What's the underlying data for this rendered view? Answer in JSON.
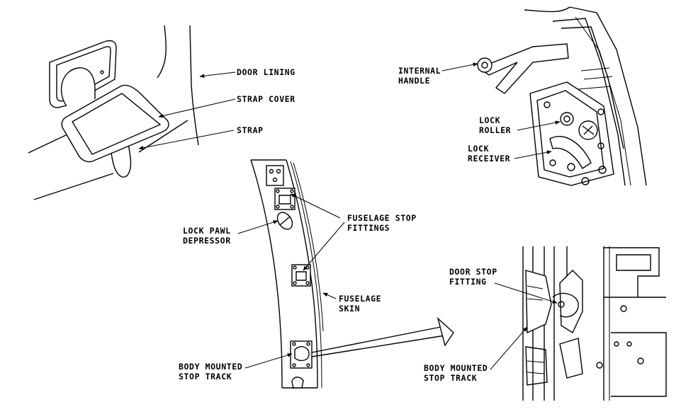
{
  "labels": {
    "door_lining": "DOOR LINING",
    "strap_cover": "STRAP COVER",
    "strap": "STRAP",
    "internal_handle_1": "INTERNAL",
    "internal_handle_2": "HANDLE",
    "lock_roller_1": "LOCK",
    "lock_roller_2": "ROLLER",
    "lock_receiver_1": "LOCK",
    "lock_receiver_2": "RECEIVER",
    "fuselage_stop_fittings_1": "FUSELAGE STOP",
    "fuselage_stop_fittings_2": "FITTINGS",
    "lock_pawl_depressor_1": "LOCK PAWL",
    "lock_pawl_depressor_2": "DEPRESSOR",
    "fuselage_skin_1": "FUSELAGE",
    "fuselage_skin_2": "SKIN",
    "door_stop_fitting_1": "DOOR STOP",
    "door_stop_fitting_2": "FITTING",
    "body_mounted_stop_track_left_1": "BODY MOUNTED",
    "body_mounted_stop_track_left_2": "STOP TRACK",
    "body_mounted_stop_track_right_1": "BODY MOUNTED",
    "body_mounted_stop_track_right_2": "STOP TRACK"
  },
  "colors": {
    "ink": "#000000",
    "background": "#ffffff"
  }
}
